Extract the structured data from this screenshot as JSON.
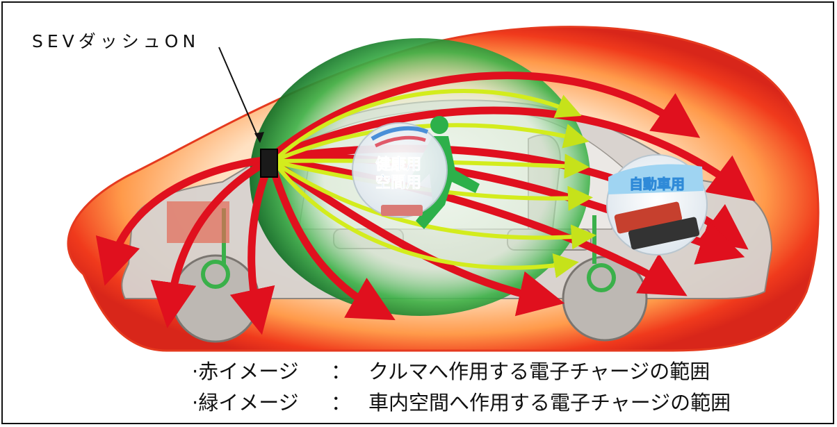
{
  "device_label": "SEVダッシュON",
  "badges": {
    "health": {
      "line1": "健康用",
      "line2": "空間用"
    },
    "car": {
      "line1": "自動車用"
    }
  },
  "legend": [
    {
      "key": "·赤イメージ",
      "sep": "：",
      "desc": "クルマへ作用する電子チャージの範囲",
      "color": "#e0301e"
    },
    {
      "key": "·緑イメージ",
      "sep": "：",
      "desc": "車内空間へ作用する電子チャージの範囲",
      "color": "#1e9a3c"
    }
  ]
}
